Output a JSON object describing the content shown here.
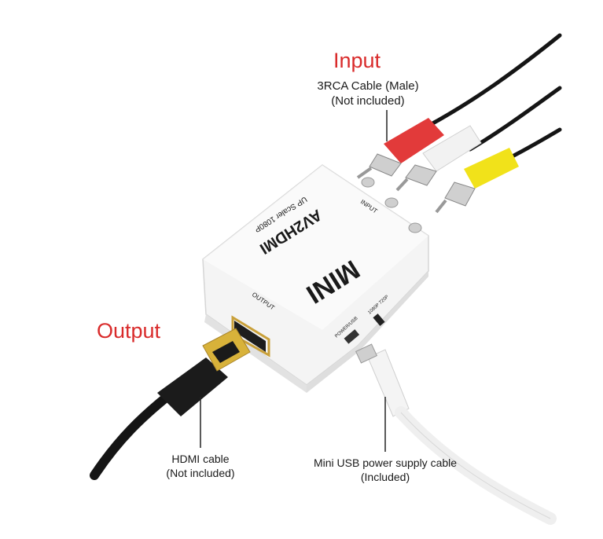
{
  "input_heading": "Input",
  "rca_caption": {
    "line1": "3RCA Cable (Male)",
    "line2": "(Not included)"
  },
  "output_heading": "Output",
  "hdmi_caption": {
    "line1": "HDMI cable",
    "line2": "(Not included)"
  },
  "usb_caption": {
    "line1": "Mini USB power supply cable",
    "line2": "(Included)"
  },
  "device": {
    "brand_text": "MINI",
    "model_text": "AV2HDMI",
    "subtitle_text": "UP Scaler 1080P",
    "input_port_label": "INPUT",
    "output_port_label": "OUTPUT",
    "power_port_label": "POWER/USB",
    "switch_label": "1080P 720P"
  },
  "colors": {
    "heading": "#d92b2b",
    "rca_red": "#e23a3a",
    "rca_white": "#f2f2f2",
    "rca_yellow": "#f1e21a",
    "hdmi_gold": "#d8b23a",
    "device_body": "#f4f4f4"
  }
}
